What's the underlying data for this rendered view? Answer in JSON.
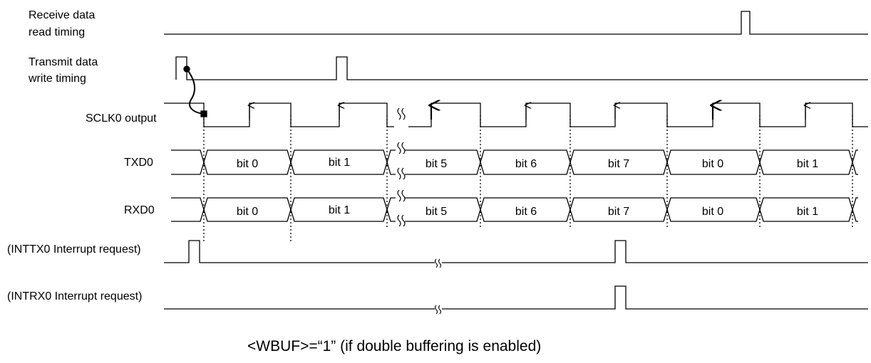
{
  "signals": {
    "receive_read": {
      "line1": "Receive data",
      "line2": "read timing"
    },
    "transmit_write": {
      "line1": "Transmit data",
      "line2": "write timing"
    },
    "sclk": "SCLK0 output",
    "txd": "TXD0",
    "rxd": "RXD0",
    "inttx": "(INTTX0 Interrupt request)",
    "intrx": "(INTRX0 Interrupt request)"
  },
  "txd_bits": [
    "bit 0",
    "bit 1",
    "bit 5",
    "bit 6",
    "bit 7",
    "bit 0",
    "bit 1"
  ],
  "rxd_bits": [
    "bit 0",
    "bit 1",
    "bit 5",
    "bit 6",
    "bit 7",
    "bit 0",
    "bit 1"
  ],
  "caption": "<WBUF>=“1” (if double buffering is enabled)"
}
